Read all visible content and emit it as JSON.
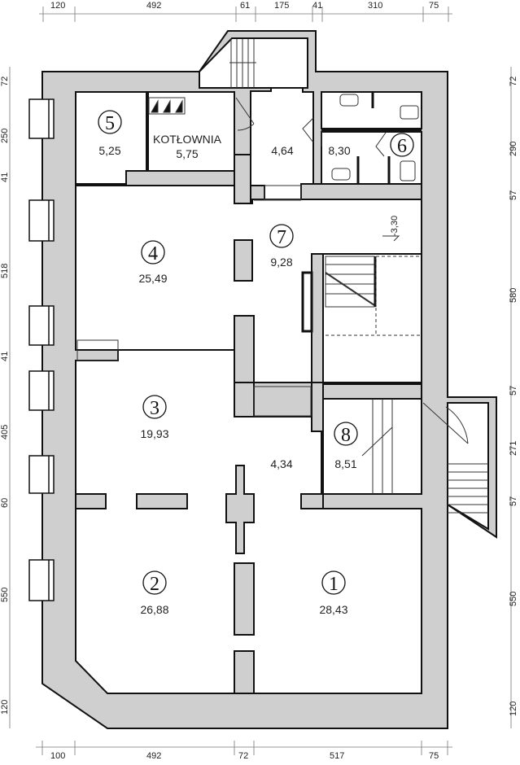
{
  "dimensions": {
    "top": [
      "120",
      "492",
      "61",
      "175",
      "41",
      "310",
      "75"
    ],
    "bottom": [
      "100",
      "492",
      "72",
      "517",
      "75"
    ],
    "left": [
      "72",
      "250",
      "41",
      "518",
      "41",
      "405",
      "60",
      "550",
      "120"
    ],
    "right": [
      "72",
      "290",
      "57",
      "580",
      "57",
      "271",
      "57",
      "550",
      "120"
    ]
  },
  "rooms": [
    {
      "number": "5",
      "area": "5,25"
    },
    {
      "label": "KOTŁOWNIA",
      "area": "5,75"
    },
    {
      "area": "4,64"
    },
    {
      "area": "8,30"
    },
    {
      "number": "6"
    },
    {
      "number": "4",
      "area": "25,49"
    },
    {
      "number": "7",
      "area": "9,28"
    },
    {
      "number": "3",
      "area": "19,93"
    },
    {
      "area": "4,34"
    },
    {
      "number": "8",
      "area": "8,51"
    },
    {
      "number": "2",
      "area": "26,88"
    },
    {
      "number": "1",
      "area": "28,43"
    }
  ],
  "level_mark": "-3,30"
}
